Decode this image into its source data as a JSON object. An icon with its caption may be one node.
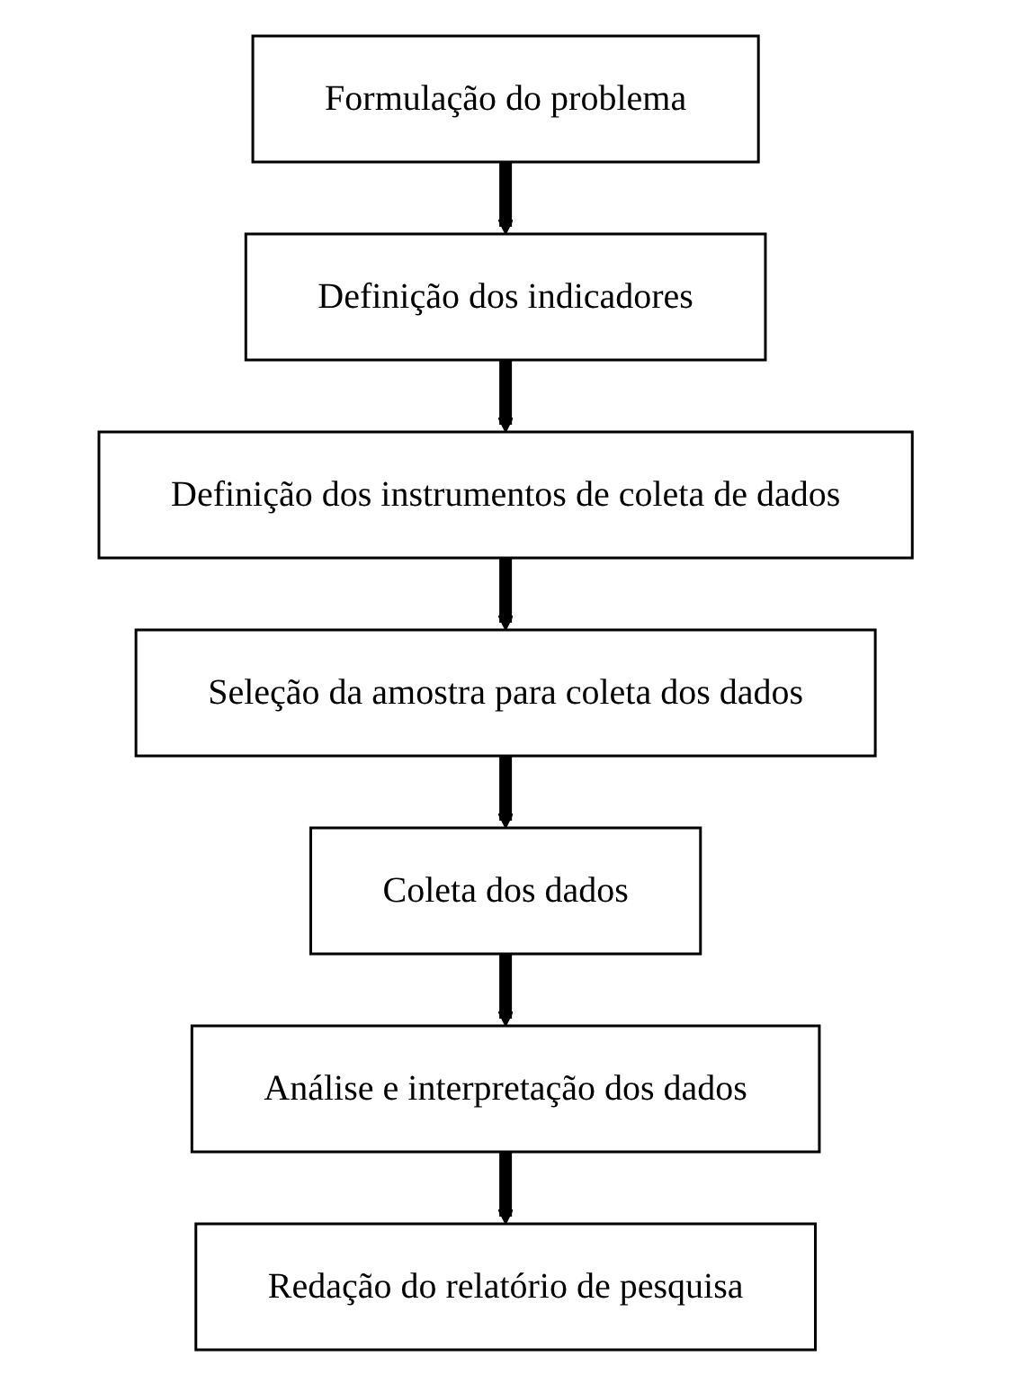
{
  "diagram": {
    "nodes": [
      {
        "text": [
          "Formulação do problema"
        ]
      },
      {
        "text": [
          "Definição dos indicadores"
        ]
      },
      {
        "text": [
          "Definição dos instrumentos de coleta de dados"
        ]
      },
      {
        "text": [
          "Seleção da amostra para coleta dos dados"
        ]
      },
      {
        "text": [
          "Coleta dos dados"
        ]
      },
      {
        "text": [
          "Análise e interpretação dos dados"
        ]
      },
      {
        "text": [
          "Redação do relatório de pesquisa"
        ]
      }
    ],
    "edges": [
      {
        "from": 0,
        "to": 1,
        "arrow": "to"
      },
      {
        "from": 1,
        "to": 2,
        "arrow": "to"
      },
      {
        "from": 2,
        "to": 3,
        "arrow": "to"
      },
      {
        "from": 3,
        "to": 4,
        "arrow": "to"
      },
      {
        "from": 4,
        "to": 5,
        "arrow": "to"
      },
      {
        "from": 5,
        "to": 6,
        "arrow": "to"
      }
    ]
  }
}
